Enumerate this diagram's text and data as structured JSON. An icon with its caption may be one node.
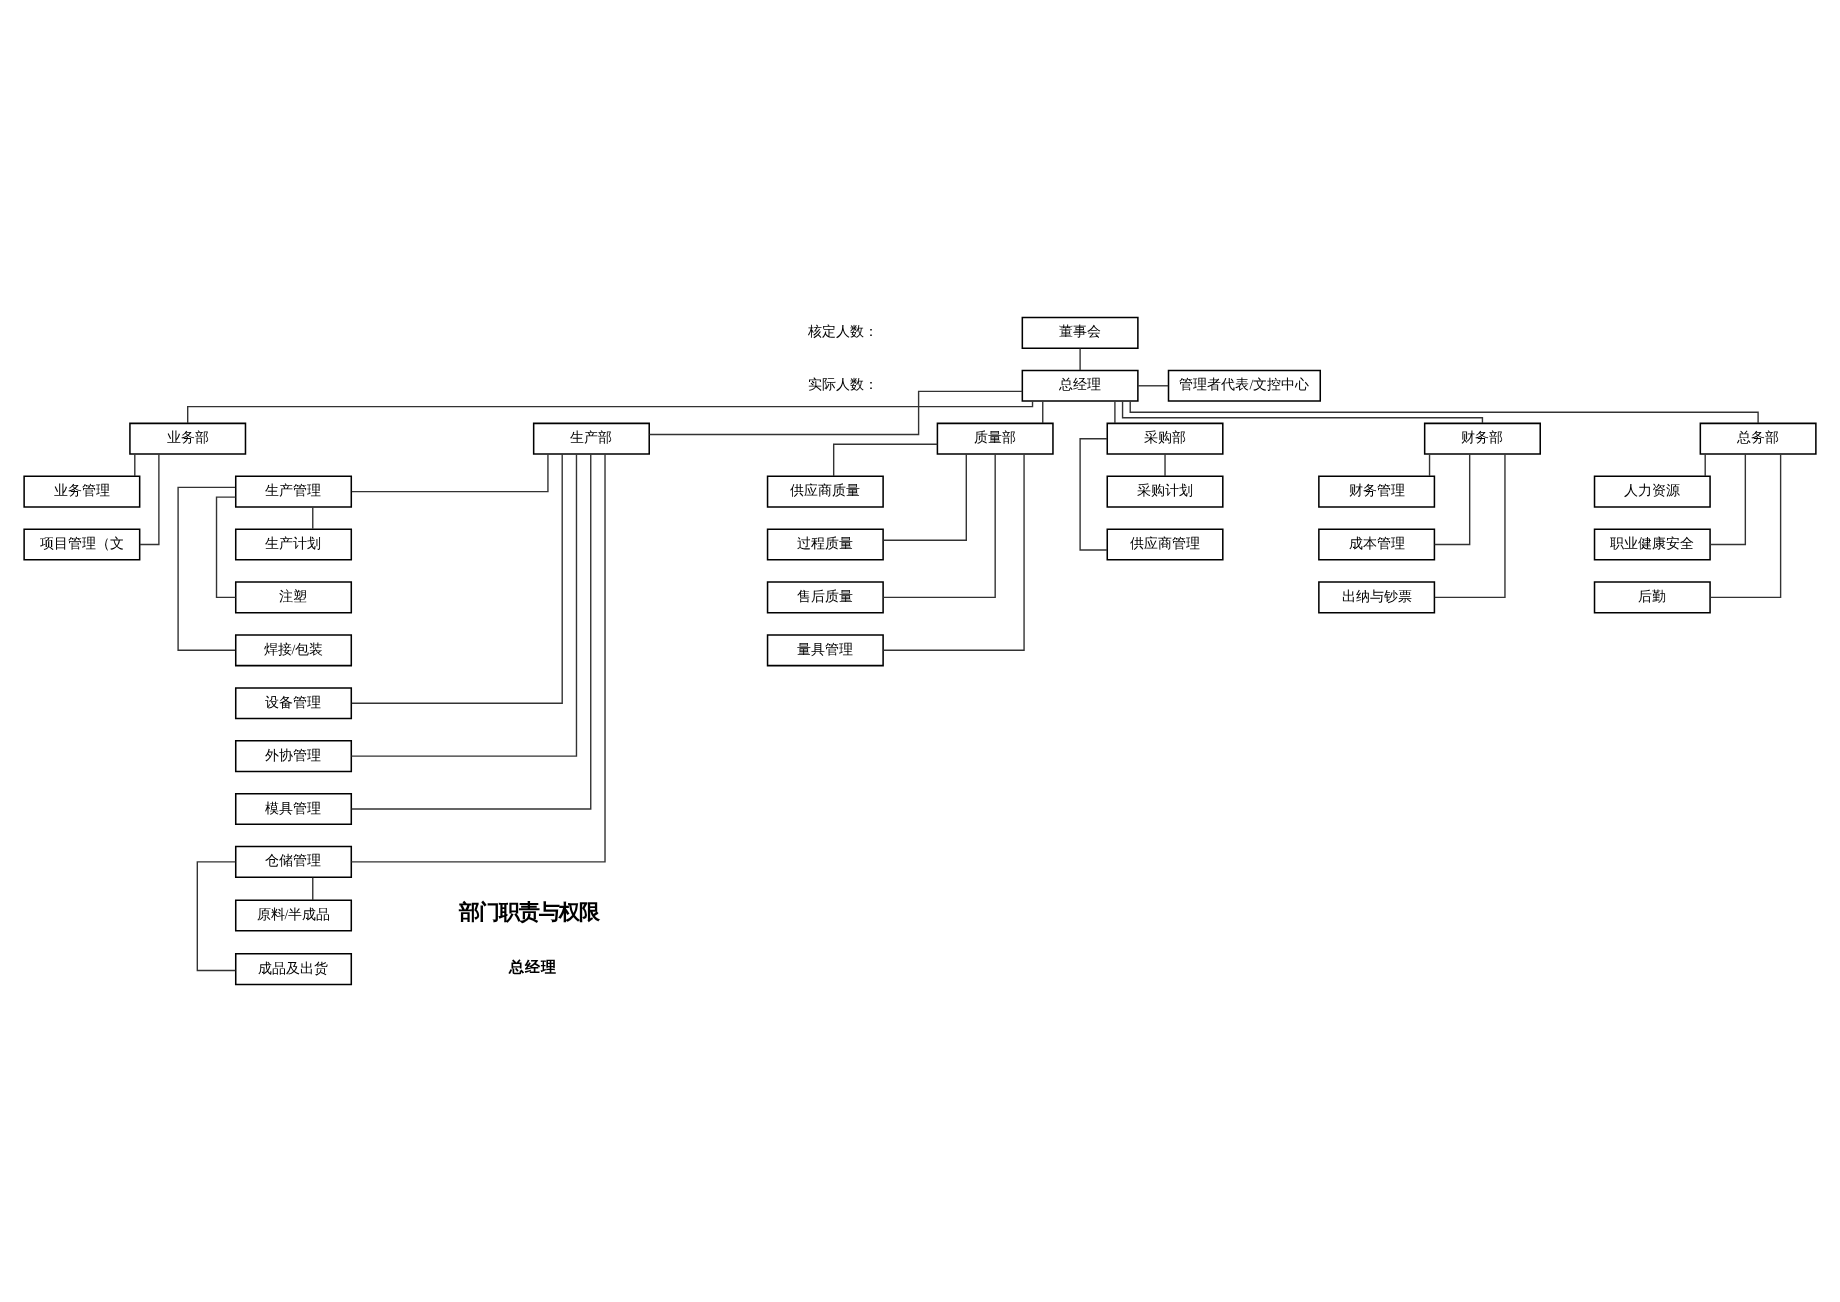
{
  "diagram": {
    "nodes": [
      {
        "text": [
          "董事会"
        ]
      },
      {
        "text": [
          "总经理"
        ]
      },
      {
        "text": [
          "管理者代表/文控中心"
        ]
      },
      {
        "text": [
          "业务部"
        ]
      },
      {
        "text": [
          "业务管理"
        ]
      },
      {
        "text": [
          "项目管理（文"
        ]
      },
      {
        "text": [
          "生产部"
        ]
      },
      {
        "text": [
          "生产管理"
        ]
      },
      {
        "text": [
          "生产计划"
        ]
      },
      {
        "text": [
          "注塑"
        ]
      },
      {
        "text": [
          "焊接/包装"
        ]
      },
      {
        "text": [
          "设备管理"
        ]
      },
      {
        "text": [
          "外协管理"
        ]
      },
      {
        "text": [
          "模具管理"
        ]
      },
      {
        "text": [
          "仓储管理"
        ]
      },
      {
        "text": [
          "原料/半成品"
        ]
      },
      {
        "text": [
          "成品及出货"
        ]
      },
      {
        "text": [
          "质量部"
        ]
      },
      {
        "text": [
          "供应商质量"
        ]
      },
      {
        "text": [
          "过程质量"
        ]
      },
      {
        "text": [
          "售后质量"
        ]
      },
      {
        "text": [
          "量具管理"
        ]
      },
      {
        "text": [
          "采购部"
        ]
      },
      {
        "text": [
          "采购计划"
        ]
      },
      {
        "text": [
          "供应商管理"
        ]
      },
      {
        "text": [
          "财务部"
        ]
      },
      {
        "text": [
          "财务管理"
        ]
      },
      {
        "text": [
          "成本管理"
        ]
      },
      {
        "text": [
          "出纳与钞票"
        ]
      },
      {
        "text": [
          "总务部"
        ]
      },
      {
        "text": [
          "人力资源"
        ]
      },
      {
        "text": [
          "职业健康安全"
        ]
      },
      {
        "text": [
          "后勤"
        ]
      }
    ],
    "edges": [
      {
        "from": 0,
        "to": 1,
        "arrow": "none"
      },
      {
        "from": 1,
        "to": 2,
        "arrow": "none"
      },
      {
        "from": 1,
        "to": 3,
        "arrow": "none"
      },
      {
        "from": 1,
        "to": 6,
        "arrow": "none"
      },
      {
        "from": 1,
        "to": 17,
        "arrow": "none"
      },
      {
        "from": 1,
        "to": 22,
        "arrow": "none"
      },
      {
        "from": 1,
        "to": 25,
        "arrow": "none"
      },
      {
        "from": 1,
        "to": 29,
        "arrow": "none"
      },
      {
        "from": 3,
        "to": 4,
        "arrow": "none"
      },
      {
        "from": 3,
        "to": 5,
        "arrow": "none"
      },
      {
        "from": 6,
        "to": 7,
        "arrow": "none"
      },
      {
        "from": 7,
        "to": 8,
        "arrow": "none"
      },
      {
        "from": 7,
        "to": 9,
        "arrow": "none"
      },
      {
        "from": 7,
        "to": 10,
        "arrow": "none"
      },
      {
        "from": 6,
        "to": 11,
        "arrow": "none"
      },
      {
        "from": 6,
        "to": 12,
        "arrow": "none"
      },
      {
        "from": 6,
        "to": 13,
        "arrow": "none"
      },
      {
        "from": 6,
        "to": 14,
        "arrow": "none"
      },
      {
        "from": 14,
        "to": 15,
        "arrow": "none"
      },
      {
        "from": 14,
        "to": 16,
        "arrow": "none"
      },
      {
        "from": 17,
        "to": 18,
        "arrow": "none"
      },
      {
        "from": 17,
        "to": 19,
        "arrow": "none"
      },
      {
        "from": 17,
        "to": 20,
        "arrow": "none"
      },
      {
        "from": 17,
        "to": 21,
        "arrow": "none"
      },
      {
        "from": 22,
        "to": 23,
        "arrow": "none"
      },
      {
        "from": 22,
        "to": 24,
        "arrow": "none"
      },
      {
        "from": 25,
        "to": 26,
        "arrow": "none"
      },
      {
        "from": 25,
        "to": 27,
        "arrow": "none"
      },
      {
        "from": 25,
        "to": 28,
        "arrow": "none"
      },
      {
        "from": 29,
        "to": 30,
        "arrow": "none"
      },
      {
        "from": 29,
        "to": 31,
        "arrow": "none"
      },
      {
        "from": 29,
        "to": 32,
        "arrow": "none"
      }
    ],
    "labels": [
      "核定人数：",
      "实际人数：",
      "部门职责与权限",
      "总经理"
    ]
  }
}
